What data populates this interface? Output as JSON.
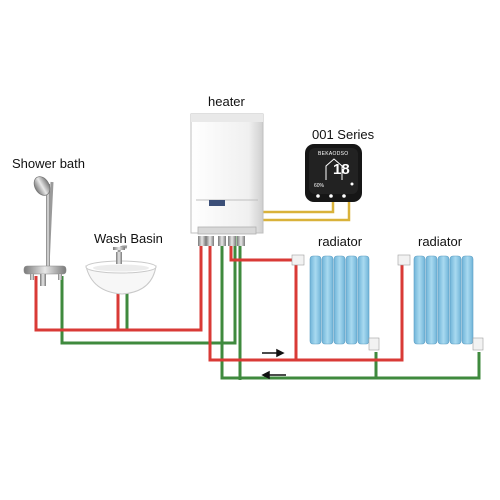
{
  "labels": {
    "heater": "heater",
    "thermostat": "001 Series",
    "shower": "Shower bath",
    "basin": "Wash Basin",
    "radiator_left": "radiator",
    "radiator_right": "radiator"
  },
  "thermostat_display": {
    "brand": "BEKAODSO",
    "temperature": "18",
    "humidity": "60%"
  },
  "colors": {
    "hot_pipe": "#d93a36",
    "return_pipe": "#3f8a3e",
    "signal_wire": "#d9b23a",
    "radiator": "#8ec9e6",
    "thermostat_body": "#161616",
    "heater_body": "#f4f4f4"
  },
  "icons": [
    "shower-head-icon",
    "sink-icon",
    "boiler-icon",
    "thermostat-icon",
    "radiator-icon",
    "flow-arrow-icon"
  ]
}
